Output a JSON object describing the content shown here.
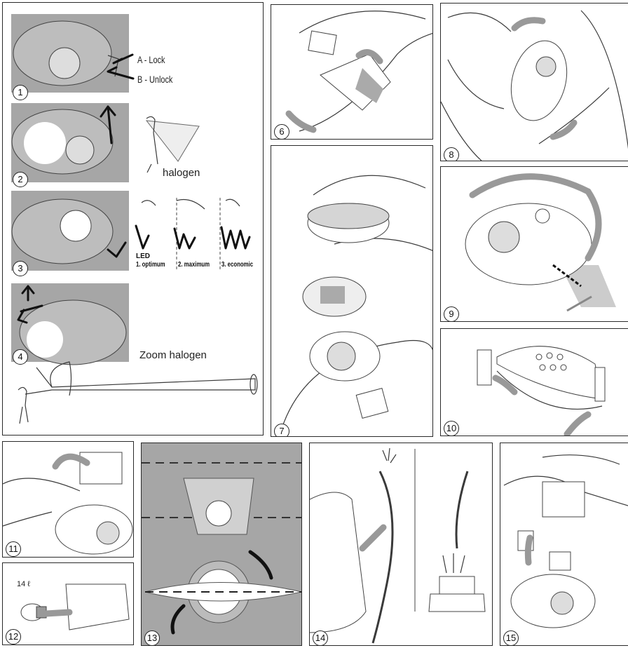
{
  "steps": {
    "s1": "1",
    "s2": "2",
    "s3": "3",
    "s4": "4",
    "s6": "6",
    "s7": "7",
    "s8": "8",
    "s9": "9",
    "s10": "10",
    "s11": "11",
    "s12": "12",
    "s13": "13",
    "s14": "14",
    "s15": "15"
  },
  "labels": {
    "lock": "A - Lock",
    "unlock": "B - Unlock",
    "halogen": "halogen",
    "zoom_halogen": "Zoom halogen",
    "led": "LED",
    "mode1": "1. optimum",
    "mode2": "2. maximum",
    "mode3": "3. economic",
    "bulb": "14 ℓ"
  },
  "colors": {
    "panel_grey": "#a6a6a6",
    "arrow_grey": "#999999",
    "line": "#3a3a3a"
  }
}
